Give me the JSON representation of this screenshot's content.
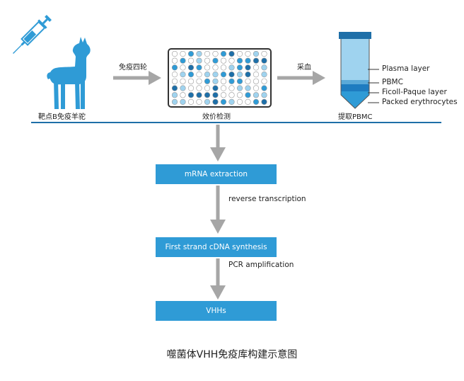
{
  "top_row": {
    "alpaca_label": "靶点B免疫羊驼",
    "arrow1_label": "免疫四轮",
    "plate_label": "效价检测",
    "arrow2_label": "采血",
    "tube_label": "提取PBMC",
    "tube_layers": [
      "Plasma layer",
      "PBMC",
      "Ficoll-Paque layer",
      "Packed erythrocytes"
    ]
  },
  "workflow": {
    "steps": [
      "mRNA extraction",
      "First strand cDNA synthesis",
      "VHHs"
    ],
    "transitions": [
      "reverse transcription",
      "PCR  amplification"
    ]
  },
  "caption": "噬菌体VHH免疫库构建示意图",
  "colors": {
    "accent": "#2f9bd6",
    "light_blue": "#9fd3ef",
    "arrow_gray": "#a6a6a6",
    "divider": "#1e6fa8"
  }
}
